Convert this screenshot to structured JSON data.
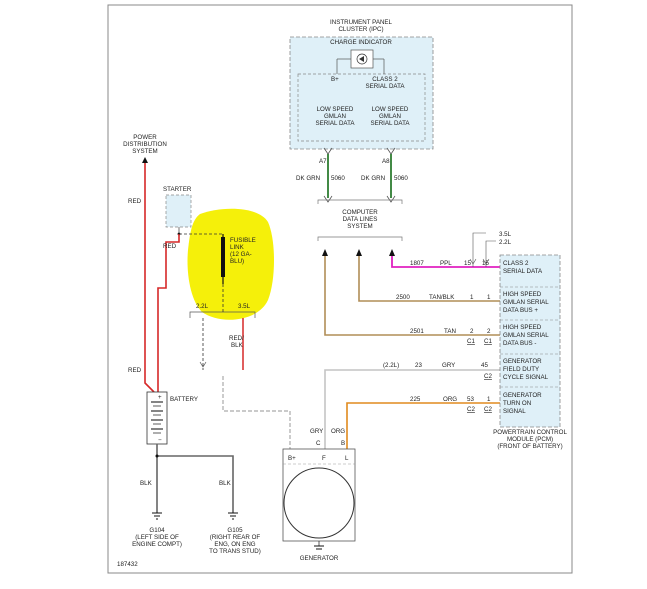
{
  "ipc": {
    "title_line1": "INSTRUMENT PANEL",
    "title_line2": "CLUSTER (IPC)",
    "charge_indicator": "CHARGE INDICATOR",
    "b_plus": "B+",
    "class2_line1": "CLASS 2",
    "class2_line2": "SERIAL DATA",
    "gmlan_line1": "LOW SPEED",
    "gmlan_line2": "GMLAN",
    "gmlan_line3": "SERIAL DATA",
    "pin_a7": "A7",
    "pin_a8": "A8"
  },
  "wires_top": {
    "left_color": "DK GRN",
    "left_circuit": "5060",
    "right_color": "DK GRN",
    "right_circuit": "5060"
  },
  "data_lines": {
    "line1": "COMPUTER",
    "line2": "DATA LINES",
    "line3": "SYSTEM"
  },
  "power_dist": {
    "line1": "POWER",
    "line2": "DISTRIBUTION",
    "line3": "SYSTEM"
  },
  "starter": "STARTER",
  "red_1": "RED",
  "red_2": "RED",
  "red_3": "RED",
  "fusible_link": {
    "line1": "FUSIBLE",
    "line2": "LINK",
    "line3": "(12 GA-",
    "line4": "BLU)"
  },
  "engine_22": "2.2L",
  "engine_35": "3.5L",
  "red_blk_1": "RED/",
  "red_blk_2": "BLK",
  "battery": "BATTERY",
  "plus_sign": "+",
  "minus_sign": "−",
  "blk_1": "BLK",
  "blk_2": "BLK",
  "ground1": {
    "id": "G104",
    "line1": "(LEFT SIDE OF",
    "line2": "ENGINE COMPT)"
  },
  "ground2": {
    "id": "G105",
    "line1": "(RIGHT REAR OF",
    "line2": "ENG, ON ENG",
    "line3": "TO TRANS STUD)"
  },
  "figure_id": "187432",
  "generator": {
    "label": "GENERATOR",
    "b_plus": "B+",
    "pin_f": "F",
    "pin_l": "L",
    "gry": "GRY",
    "org": "ORG",
    "conn_c": "C",
    "conn_b": "B"
  },
  "pcm": {
    "title_line1": "POWERTRAIN CONTROL",
    "title_line2": "MODULE (PCM)",
    "title_line3": "(FRONT OF BATTERY)",
    "eng_35": "3.5L",
    "eng_22": "2.2L",
    "rows": [
      {
        "circuit": "1807",
        "color": "PPL",
        "pin1": "15",
        "pin2": "15",
        "label1": "CLASS 2",
        "label2": "SERIAL DATA",
        "label3": ""
      },
      {
        "circuit": "2500",
        "color": "TAN/BLK",
        "pin1": "1",
        "pin2": "1",
        "label1": "HIGH SPEED",
        "label2": "GMLAN SERIAL",
        "label3": "DATA BUS +"
      },
      {
        "circuit": "2501",
        "color": "TAN",
        "pin1": "2",
        "pin2": "2",
        "label1": "HIGH SPEED",
        "label2": "GMLAN SERIAL",
        "label3": "DATA BUS -"
      },
      {
        "circuit": "23",
        "color": "GRY",
        "pin1": "45",
        "pin2": "",
        "label1": "GENERATOR",
        "label2": "FIELD DUTY",
        "label3": "CYCLE SIGNAL"
      },
      {
        "circuit": "225",
        "color": "ORG",
        "pin1": "53",
        "pin2": "1",
        "label1": "GENERATOR",
        "label2": "TURN ON",
        "label3": "SIGNAL"
      }
    ],
    "c1_a": "C1",
    "c1_b": "C1",
    "c2_a": "C2",
    "c2_b": "C2",
    "c2_c": "C2",
    "eng22_paren": "(2.2L)"
  },
  "colors": {
    "red_wire": "#d62828",
    "dk_grn_wire": "#2e7d32",
    "tan_wire": "#b08d57",
    "ppl_wire": "#e020c0",
    "gry_wire": "#bdbdbd",
    "org_wire": "#e08a1e",
    "blk_wire": "#555555",
    "module_fill": "#dff0f8",
    "highlight": "#f5f00a"
  }
}
